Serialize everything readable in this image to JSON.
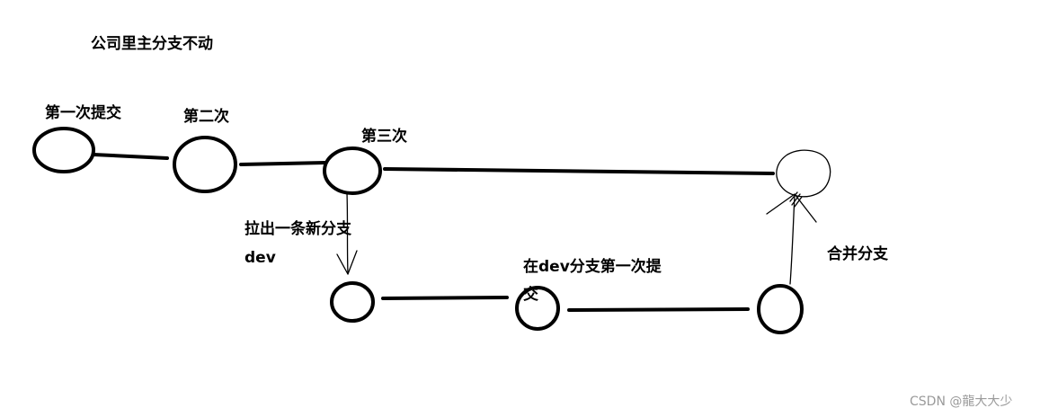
{
  "colors": {
    "ink": "#000000",
    "watermark": "#9a9a9a",
    "background": "#ffffff"
  },
  "labels": {
    "title": "公司里主分支不动",
    "commit_1": "第一次提交",
    "commit_2": "第二次",
    "commit_3": "第三次",
    "branch_out_line1": "拉出一条新分支",
    "branch_out_line2": "dev",
    "dev_commit_line1": "在dev分支第一次提",
    "dev_commit_line2": "交",
    "merge": "合并分支"
  },
  "watermark": "CSDN @龍大大少"
}
